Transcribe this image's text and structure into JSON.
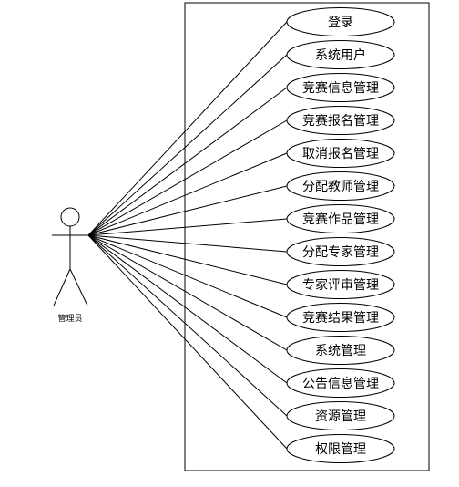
{
  "actor": {
    "label": "管理员"
  },
  "use_cases": [
    "登录",
    "系统用户",
    "竞赛信息管理",
    "竞赛报名管理",
    "取消报名管理",
    "分配教师管理",
    "竞赛作品管理",
    "分配专家管理",
    "专家评审管理",
    "竞赛结果管理",
    "系统管理",
    "公告信息管理",
    "资源管理",
    "权限管理"
  ],
  "colors": {
    "stroke": "#000000",
    "background": "#ffffff"
  }
}
